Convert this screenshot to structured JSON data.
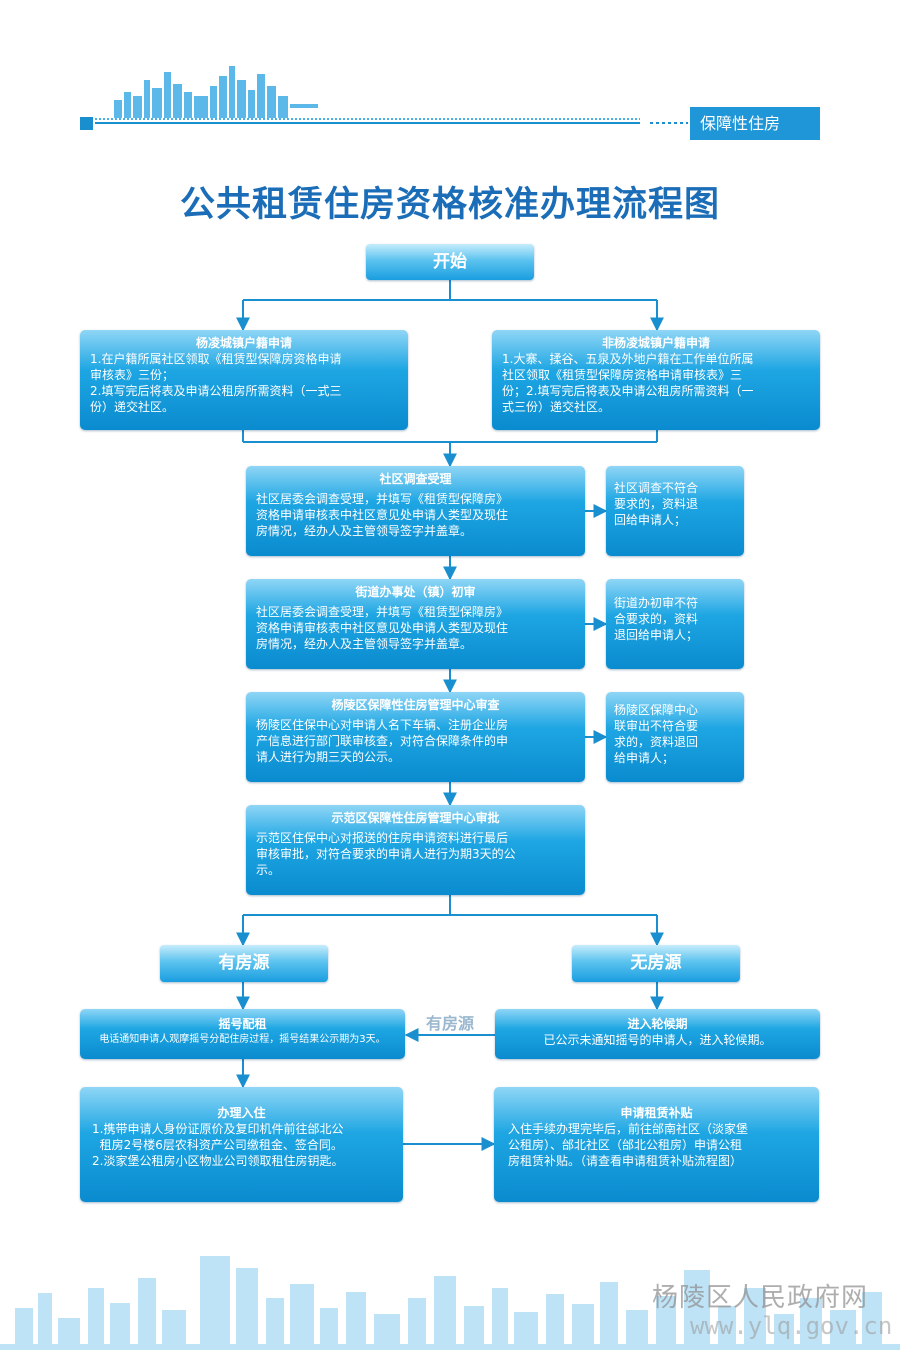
{
  "header": {
    "tag": "保障性住房"
  },
  "title": "公共租赁住房资格核准办理流程图",
  "start": "开始",
  "left_apply": {
    "title": "杨凌城镇户籍申请",
    "lines": [
      "1.在户籍所属社区领取《租赁型保障房资格申请",
      "审核表》三份；",
      "2.填写完后将表及申请公租房所需资料（一式三",
      "份）递交社区。"
    ]
  },
  "right_apply": {
    "title": "非杨凌城镇户籍申请",
    "lines": [
      "1.大寨、揉谷、五泉及外地户籍在工作单位所属",
      "社区领取《租赁型保障房资格申请审核表》三",
      "份；2.填写完后将表及申请公租房所需资料（一",
      "式三份）递交社区。"
    ]
  },
  "step1": {
    "title": "社区调查受理",
    "lines": [
      "社区居委会调查受理，并填写《租赁型保障房》",
      "资格申请审核表中社区意见处申请人类型及现住",
      "房情况，经办人及主管领导签字并盖章。"
    ],
    "reject": [
      "社区调查不符合",
      "要求的，资料退",
      "回给申请人；"
    ]
  },
  "step2": {
    "title": "街道办事处（镇）初审",
    "lines": [
      "社区居委会调查受理，并填写《租赁型保障房》",
      "资格申请审核表中社区意见处申请人类型及现住",
      "房情况，经办人及主管领导签字并盖章。"
    ],
    "reject": [
      "街道办初审不符",
      "合要求的，资料",
      "退回给申请人；"
    ]
  },
  "step3": {
    "title": "杨陵区保障性住房管理中心审查",
    "lines": [
      "杨陵区住保中心对申请人名下车辆、注册企业房",
      "产信息进行部门联审核查，对符合保障条件的申",
      "请人进行为期三天的公示。"
    ],
    "reject": [
      "杨陵区保障中心",
      "联审出不符合要",
      "求的，资料退回",
      "给申请人；"
    ]
  },
  "step4": {
    "title": "示范区保障性住房管理中心审批",
    "lines": [
      "示范区住保中心对报送的住房申请资料进行最后",
      "审核审批，对符合要求的申请人进行为期3天的公",
      "示。"
    ]
  },
  "branch_left": "有房源",
  "branch_right": "无房源",
  "arrow_label": "有房源",
  "lottery": {
    "title": "摇号配租",
    "lines": [
      "电话通知申请人观摩摇号分配住房过程，摇号结果公示期为3天。"
    ]
  },
  "waiting": {
    "title": "进入轮候期",
    "lines": [
      "已公示未通知摇号的申请人，进入轮候期。"
    ]
  },
  "checkin": {
    "title": "办理入住",
    "lines": [
      "1.携带申请人身份证原价及复印机件前往邰北公",
      "  租房2号楼6层农科资产公司缴租金、签合同。",
      "2.淡家堡公租房小区物业公司领取租住房钥匙。"
    ]
  },
  "subsidy": {
    "title": "申请租赁补贴",
    "lines": [
      "入住手续办理完毕后，前往邰南社区（淡家堡",
      "公租房）、邰北社区（邰北公租房）申请公租",
      "房租赁补贴。（请查看申请租赁补贴流程图）"
    ]
  },
  "watermark": {
    "name": "杨陵区人民政府网",
    "url": "www.ylq.gov.cn"
  },
  "colors": {
    "accent": "#1e96d8",
    "title": "#1b6db7",
    "box_dark": "#0a8bcf",
    "box_light": "#8fd6f6",
    "line": "#1a8fd0"
  }
}
